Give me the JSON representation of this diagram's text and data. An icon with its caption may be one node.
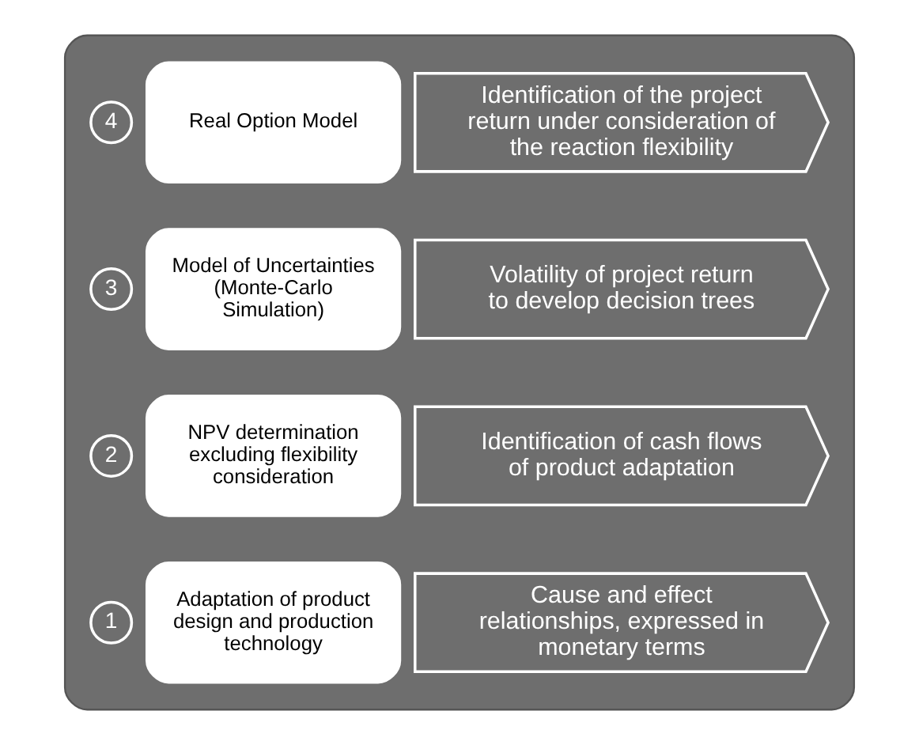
{
  "diagram": {
    "nodes": [
      {
        "text": [],
        "shape": "box"
      },
      {
        "text": [
          "Adaptation of product design and production technology"
        ],
        "in": 0
      },
      {
        "text": [
          "Cause and effect relationships, expressed in monetary terms"
        ],
        "in": 0
      },
      {
        "text": [
          "1"
        ],
        "in": 0
      },
      {
        "text": [
          "NPV determination excluding flexibility consideration"
        ],
        "in": 0
      },
      {
        "text": [
          "Identification of cash flows of product adaptation"
        ],
        "in": 0
      },
      {
        "text": [
          "2"
        ],
        "in": 0
      },
      {
        "text": [
          "Model of Uncertainties (Monte-Carlo Simulation)"
        ],
        "in": 0
      },
      {
        "text": [
          "Volatility of project return to develop decision trees"
        ],
        "in": 0
      },
      {
        "text": [
          "3"
        ],
        "in": 0
      },
      {
        "text": [
          "Real Option Model"
        ],
        "in": 0
      },
      {
        "text": [
          "Identification of the project return under consideration of the reaction flexibility"
        ],
        "in": 0
      },
      {
        "text": [
          "4"
        ],
        "in": 0
      }
    ]
  }
}
